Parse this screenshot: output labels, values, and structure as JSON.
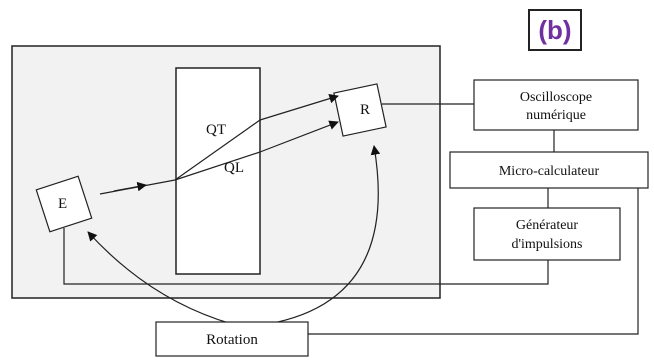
{
  "figure_label": "(b)",
  "colors": {
    "badge_text": "#7030a0",
    "chamber_fill": "#f2f2f2",
    "stroke": "#222222"
  },
  "nodes": {
    "emitter": "E",
    "receiver": "R",
    "oscilloscope": [
      "Oscilloscope",
      "numérique"
    ],
    "microcomputer": "Micro-calculateur",
    "pulse_generator": [
      "Générateur",
      "d'impulsions"
    ],
    "rotation": "Rotation"
  },
  "waves": {
    "transverse": "QT",
    "longitudinal": "QL"
  }
}
